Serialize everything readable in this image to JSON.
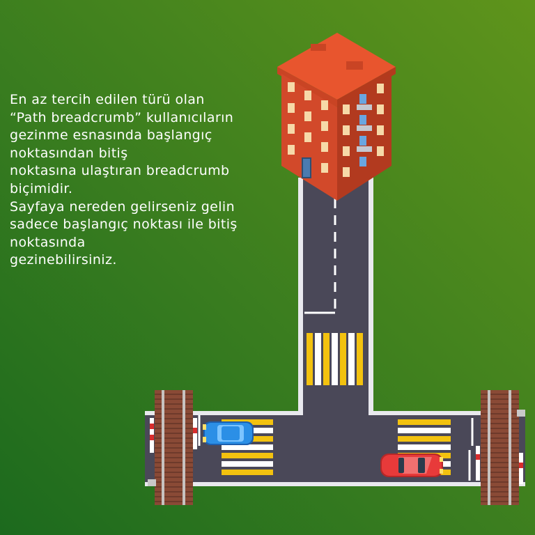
{
  "description": {
    "lines": [
      "En az tercih edilen türü olan",
      "“Path breadcrumb” kullanıcıların",
      "gezinme esnasında başlangıç",
      "noktasından bitiş",
      "noktasına ulaştıran breadcrumb",
      "biçimidir.",
      "Sayfaya nereden gelirseniz gelin",
      "sadece başlangıç noktası ile bitiş",
      "noktasında",
      "gezinebilirsiniz."
    ]
  },
  "illustration": {
    "building": "apartment-building-icon",
    "cars": [
      "blue-car-icon",
      "red-car-icon"
    ],
    "colors": {
      "background_start": "#1c6a1e",
      "background_end": "#5f941b",
      "road": "#4a4858",
      "building_wall": "#d2492a",
      "building_roof": "#e8552e",
      "crosswalk_yellow": "#f3c20f",
      "crosswalk_white": "#ffffff",
      "car_blue": "#2b8fe6",
      "car_red": "#e83a3a"
    }
  }
}
